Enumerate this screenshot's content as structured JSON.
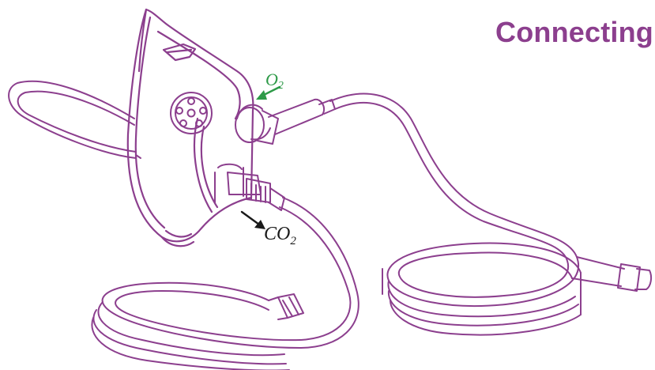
{
  "page": {
    "title": "Connecting",
    "title_color": "#8c3f8e",
    "line_color": "#8c3f8e",
    "oxygen_color": "#2e9a48",
    "co2_color": "#1a1a1a"
  },
  "labels": {
    "oxygen": {
      "text": "O",
      "subscript": "2"
    },
    "co2": {
      "text": "CO",
      "subscript": "2"
    }
  },
  "icons": {
    "oxygen_arrow": "arrow-inflow-icon",
    "co2_arrow": "arrow-outflow-icon"
  }
}
